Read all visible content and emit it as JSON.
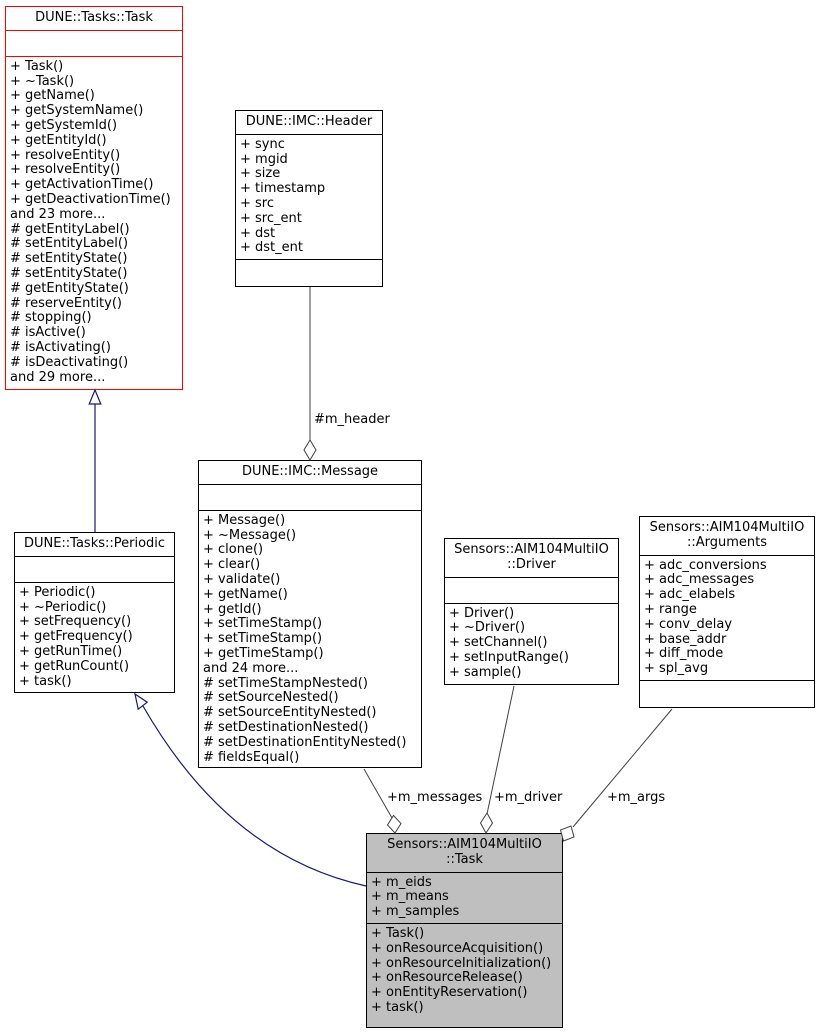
{
  "diagram": {
    "type": "uml-collaboration-diagram",
    "classes": {
      "dune_tasks_task": {
        "title": "DUNE::Tasks::Task",
        "attributes": [],
        "methods": [
          "+ Task()",
          "+ ~Task()",
          "+ getName()",
          "+ getSystemName()",
          "+ getSystemId()",
          "+ getEntityId()",
          "+ resolveEntity()",
          "+ resolveEntity()",
          "+ getActivationTime()",
          "+ getDeactivationTime()",
          "and 23 more...",
          "# getEntityLabel()",
          "# setEntityLabel()",
          "# setEntityState()",
          "# setEntityState()",
          "# getEntityState()",
          "# reserveEntity()",
          "# stopping()",
          "# isActive()",
          "# isActivating()",
          "# isDeactivating()",
          "and 29 more..."
        ]
      },
      "dune_imc_header": {
        "title": "DUNE::IMC::Header",
        "attributes": [
          "+ sync",
          "+ mgid",
          "+ size",
          "+ timestamp",
          "+ src",
          "+ src_ent",
          "+ dst",
          "+ dst_ent"
        ],
        "methods": []
      },
      "dune_imc_message": {
        "title": "DUNE::IMC::Message",
        "attributes": [],
        "methods": [
          "+ Message()",
          "+ ~Message()",
          "+ clone()",
          "+ clear()",
          "+ validate()",
          "+ getName()",
          "+ getId()",
          "+ setTimeStamp()",
          "+ setTimeStamp()",
          "+ getTimeStamp()",
          "and 24 more...",
          "# setTimeStampNested()",
          "# setSourceNested()",
          "# setSourceEntityNested()",
          "# setDestinationNested()",
          "# setDestinationEntityNested()",
          "# fieldsEqual()"
        ]
      },
      "dune_tasks_periodic": {
        "title": "DUNE::Tasks::Periodic",
        "attributes": [],
        "methods": [
          "+ Periodic()",
          "+ ~Periodic()",
          "+ setFrequency()",
          "+ getFrequency()",
          "+ getRunTime()",
          "+ getRunCount()",
          "+ task()"
        ]
      },
      "sensors_driver": {
        "title": "Sensors::AIM104MultiIO\n::Driver",
        "attributes": [],
        "methods": [
          "+ Driver()",
          "+ ~Driver()",
          "+ setChannel()",
          "+ setInputRange()",
          "+ sample()"
        ]
      },
      "sensors_arguments": {
        "title": "Sensors::AIM104MultiIO\n::Arguments",
        "attributes": [
          "+ adc_conversions",
          "+ adc_messages",
          "+ adc_elabels",
          "+ range",
          "+ conv_delay",
          "+ base_addr",
          "+ diff_mode",
          "+ spl_avg"
        ],
        "methods": []
      },
      "sensors_task": {
        "title": "Sensors::AIM104MultiIO\n::Task",
        "attributes": [
          "+ m_eids",
          "+ m_means",
          "+ m_samples"
        ],
        "methods": [
          "+ Task()",
          "+ onResourceAcquisition()",
          "+ onResourceInitialization()",
          "+ onResourceRelease()",
          "+ onEntityReservation()",
          "+ task()"
        ]
      }
    },
    "edges": {
      "m_header": {
        "label": "#m_header",
        "kind": "aggregation",
        "from": "dune_imc_header",
        "to": "dune_imc_message"
      },
      "m_messages": {
        "label": "+m_messages",
        "kind": "aggregation",
        "from": "dune_imc_message",
        "to": "sensors_task"
      },
      "m_driver": {
        "label": "+m_driver",
        "kind": "aggregation",
        "from": "sensors_driver",
        "to": "sensors_task"
      },
      "m_args": {
        "label": "+m_args",
        "kind": "aggregation",
        "from": "sensors_arguments",
        "to": "sensors_task"
      },
      "periodic_inherits_task": {
        "kind": "inheritance",
        "from": "dune_tasks_periodic",
        "to": "dune_tasks_task"
      },
      "sensors_task_inherits_periodic": {
        "kind": "inheritance",
        "from": "sensors_task",
        "to": "dune_tasks_periodic"
      }
    },
    "colors": {
      "node_border": "#000000",
      "highlight_border": "#ff0000",
      "node_fill": "#ffffff",
      "focused_node_fill": "#bfbfbf",
      "inheritance_edge": "#191970",
      "aggregation_edge": "#404040"
    }
  }
}
